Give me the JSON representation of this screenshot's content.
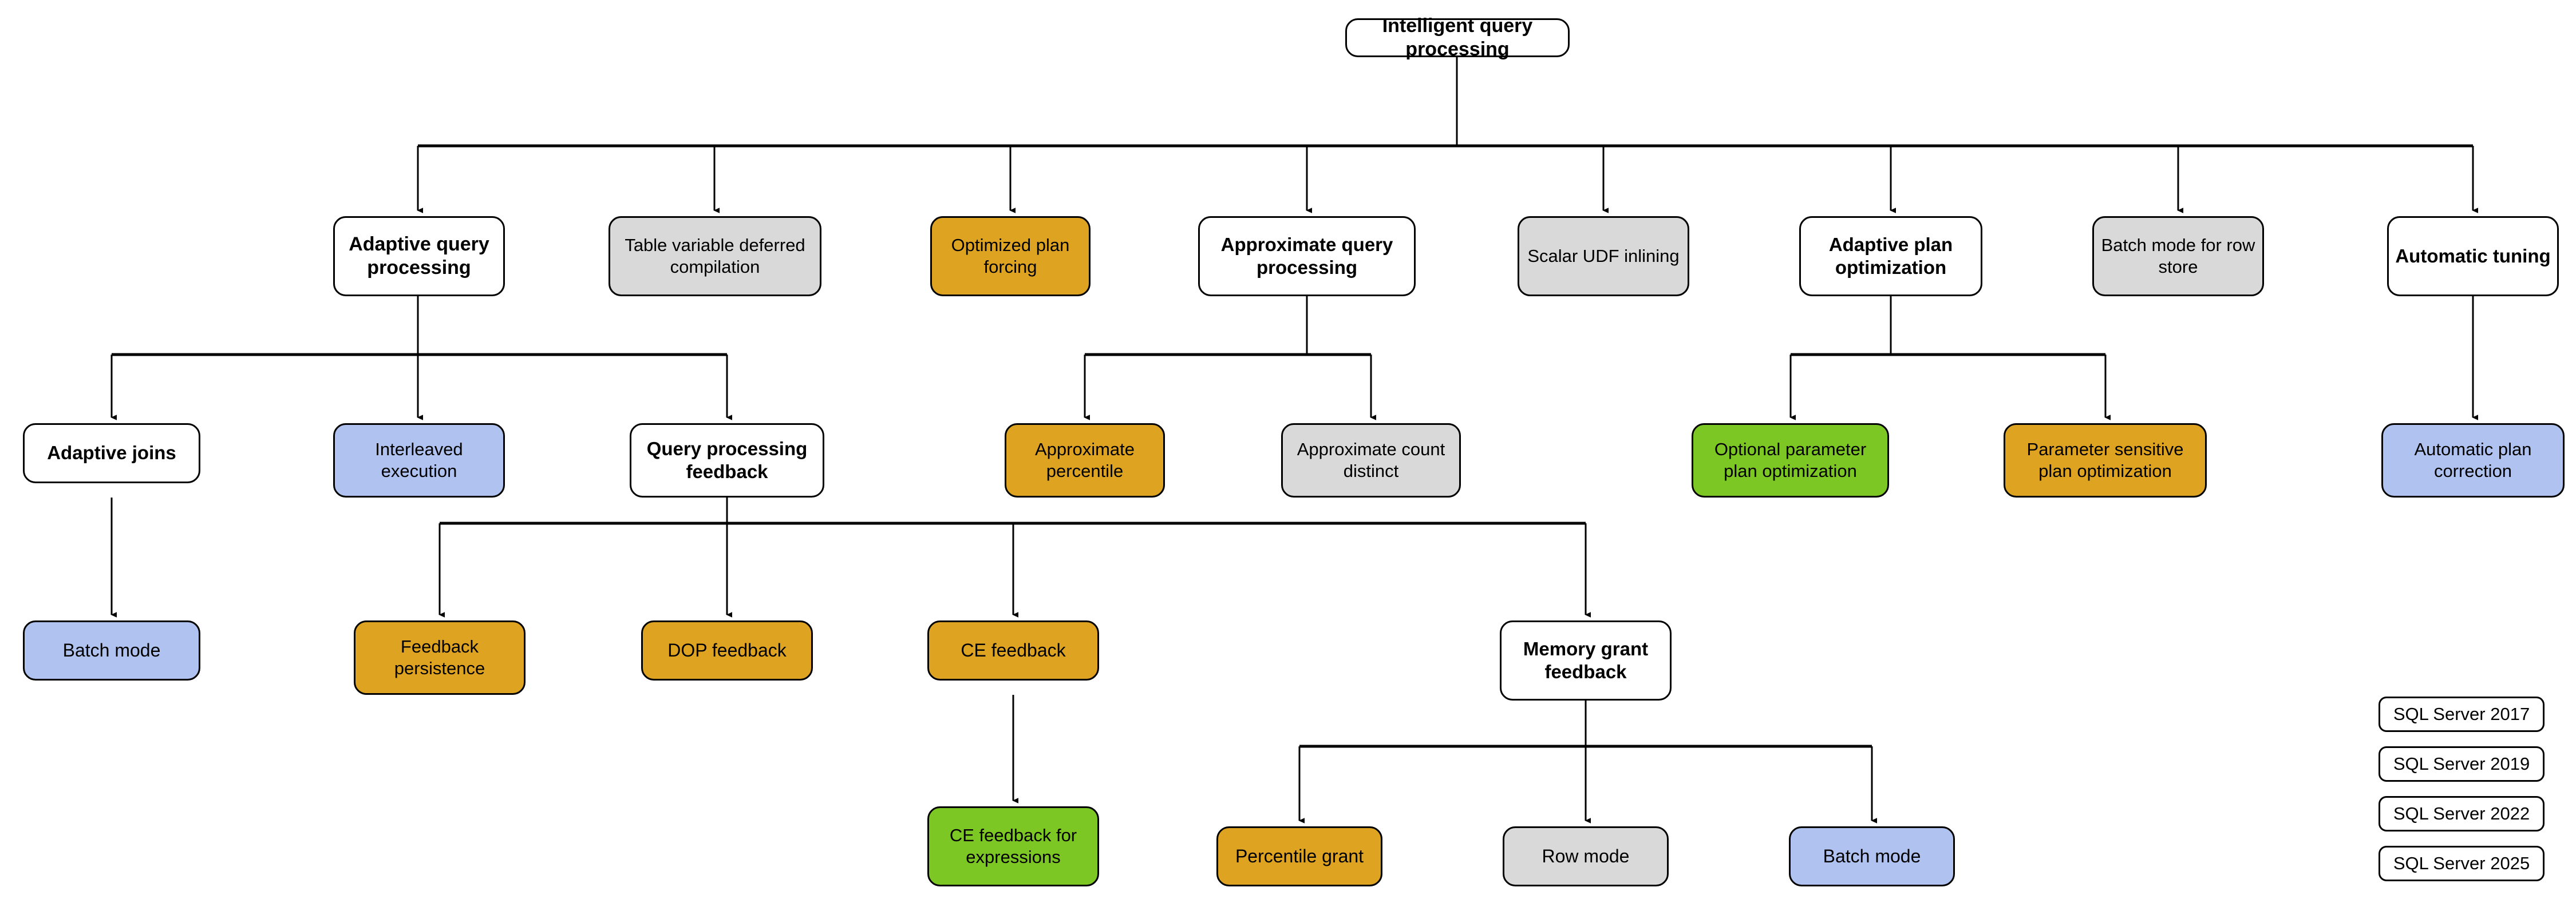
{
  "diagram": {
    "title": "Intelligent query processing",
    "root": {
      "label": "Intelligent query processing"
    },
    "level1": [
      {
        "label": "Adaptive query processing",
        "color": "white"
      },
      {
        "label": "Table variable deferred compilation",
        "color": "gray"
      },
      {
        "label": "Optimized plan forcing",
        "color": "orange"
      },
      {
        "label": "Approximate query processing",
        "color": "white"
      },
      {
        "label": "Scalar UDF inlining",
        "color": "gray"
      },
      {
        "label": "Adaptive plan optimization",
        "color": "white"
      },
      {
        "label": "Batch mode for row store",
        "color": "gray"
      },
      {
        "label": "Automatic tuning",
        "color": "white"
      }
    ],
    "level2": [
      {
        "label": "Adaptive joins",
        "color": "white",
        "parent": "Adaptive query processing"
      },
      {
        "label": "Interleaved execution",
        "color": "blue",
        "parent": "Adaptive query processing"
      },
      {
        "label": "Query processing feedback",
        "color": "white",
        "parent": "Adaptive query processing"
      },
      {
        "label": "Approximate percentile",
        "color": "orange",
        "parent": "Approximate query processing"
      },
      {
        "label": "Approximate count distinct",
        "color": "gray",
        "parent": "Approximate query processing"
      },
      {
        "label": "Optional parameter plan optimization",
        "color": "green",
        "parent": "Adaptive plan optimization"
      },
      {
        "label": "Parameter sensitive plan optimization",
        "color": "orange",
        "parent": "Adaptive plan optimization"
      },
      {
        "label": "Automatic plan correction",
        "color": "blue",
        "parent": "Automatic tuning"
      }
    ],
    "level3": [
      {
        "label": "Batch mode",
        "color": "blue",
        "parent": "Adaptive joins"
      },
      {
        "label": "Feedback persistence",
        "color": "orange",
        "parent": "Query processing feedback"
      },
      {
        "label": "DOP feedback",
        "color": "orange",
        "parent": "Query processing feedback"
      },
      {
        "label": "CE feedback",
        "color": "orange",
        "parent": "Query processing feedback"
      },
      {
        "label": "Memory grant feedback",
        "color": "white",
        "parent": "Query processing feedback"
      }
    ],
    "level4": [
      {
        "label": "CE feedback for expressions",
        "color": "green",
        "parent": "CE feedback"
      },
      {
        "label": "Percentile grant",
        "color": "orange",
        "parent": "Memory grant feedback"
      },
      {
        "label": "Row mode",
        "color": "gray",
        "parent": "Memory grant feedback"
      },
      {
        "label": "Batch mode",
        "color": "blue",
        "parent": "Memory grant feedback"
      }
    ]
  },
  "legend": {
    "items": [
      {
        "label": "SQL Server 2017",
        "color": "blue"
      },
      {
        "label": "SQL Server 2019",
        "color": "gray"
      },
      {
        "label": "SQL Server 2022",
        "color": "orange"
      },
      {
        "label": "SQL Server 2025",
        "color": "green"
      }
    ]
  },
  "colors": {
    "blue": "#AFC2F0",
    "gray": "#D9D9D9",
    "orange": "#DFA322",
    "green": "#7CC724",
    "white": "#FFFFFF",
    "stroke": "#000000"
  }
}
